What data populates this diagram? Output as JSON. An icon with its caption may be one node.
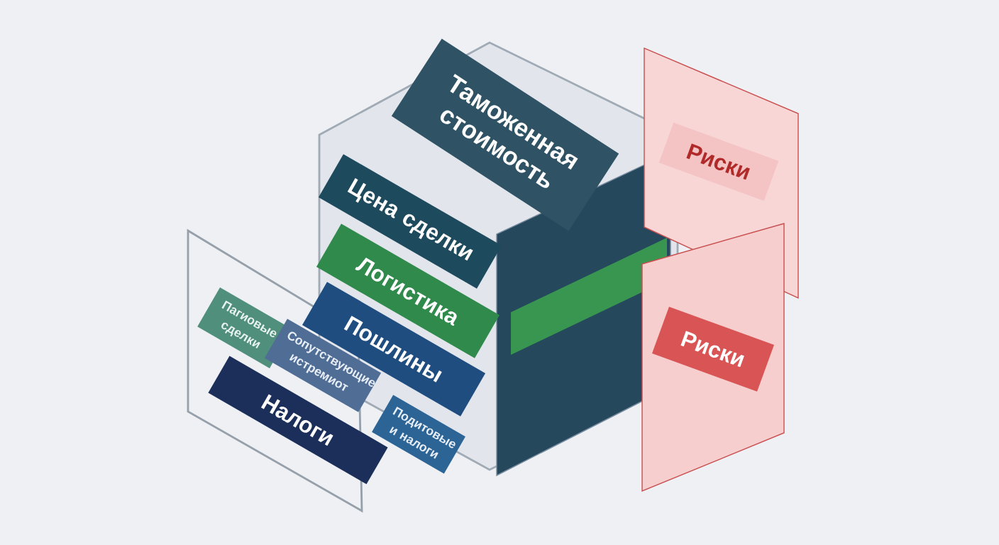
{
  "diagram": {
    "nodes": [
      {
        "text": [
          "Таможенная стоимость"
        ]
      },
      {
        "text": [
          "Цена сделки"
        ]
      },
      {
        "text": [
          "Логистика"
        ]
      },
      {
        "text": [
          "Пошлины"
        ]
      },
      {
        "text": [
          "Налоги"
        ]
      },
      {
        "text": [
          "Пагиовые сделки"
        ]
      },
      {
        "text": [
          "Сопутствующие истремиот"
        ]
      },
      {
        "text": [
          "Подитовые и налоги"
        ]
      },
      {
        "text": [
          "Риски"
        ]
      },
      {
        "text": [
          "Риски"
        ]
      }
    ]
  }
}
